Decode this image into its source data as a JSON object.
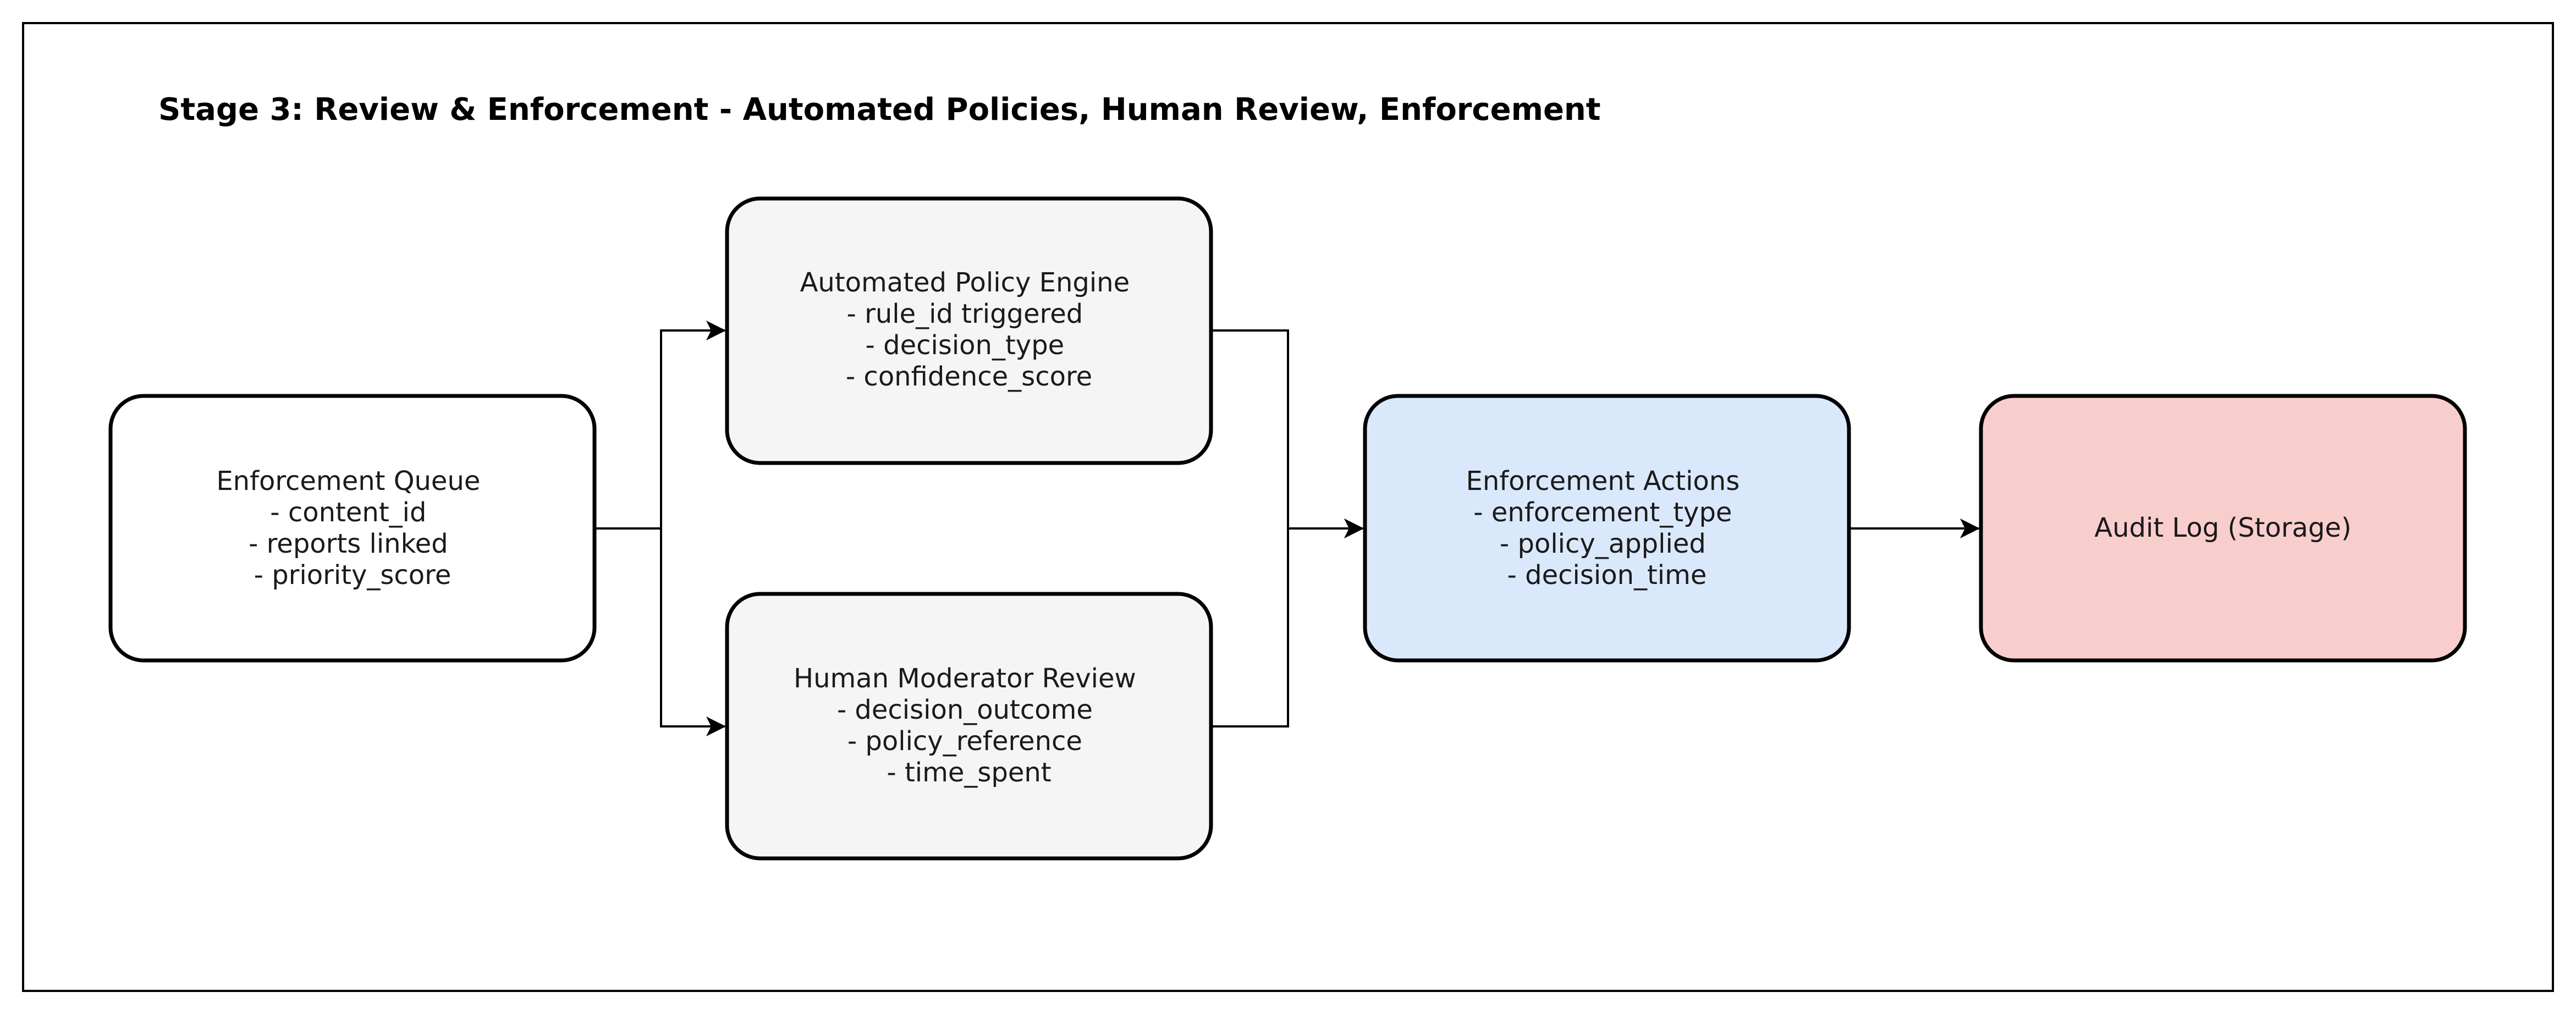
{
  "title": "Stage 3: Review & Enforcement - Automated Policies, Human Review, Enforcement",
  "colors": {
    "queue_fill": "#ffffff",
    "engine_fill": "#f5f5f5",
    "review_fill": "#f5f5f5",
    "actions_fill": "#dae8fc",
    "audit_fill": "#f8cecc",
    "stroke": "#000000"
  },
  "nodes": {
    "queue": {
      "lines": [
        "Enforcement Queue",
        "- content_id",
        "- reports linked",
        "- priority_score"
      ]
    },
    "engine": {
      "lines": [
        "Automated Policy Engine",
        "- rule_id triggered",
        "- decision_type",
        "- confidence_score"
      ]
    },
    "review": {
      "lines": [
        "Human Moderator Review",
        "- decision_outcome",
        "- policy_reference",
        "- time_spent"
      ]
    },
    "actions": {
      "lines": [
        "Enforcement Actions",
        "- enforcement_type",
        "- policy_applied",
        "- decision_time"
      ]
    },
    "audit": {
      "lines": [
        "Audit Log (Storage)"
      ]
    }
  },
  "edges": [
    {
      "from": "queue",
      "to": "engine"
    },
    {
      "from": "queue",
      "to": "review"
    },
    {
      "from": "engine",
      "to": "actions"
    },
    {
      "from": "review",
      "to": "actions"
    },
    {
      "from": "actions",
      "to": "audit"
    }
  ]
}
